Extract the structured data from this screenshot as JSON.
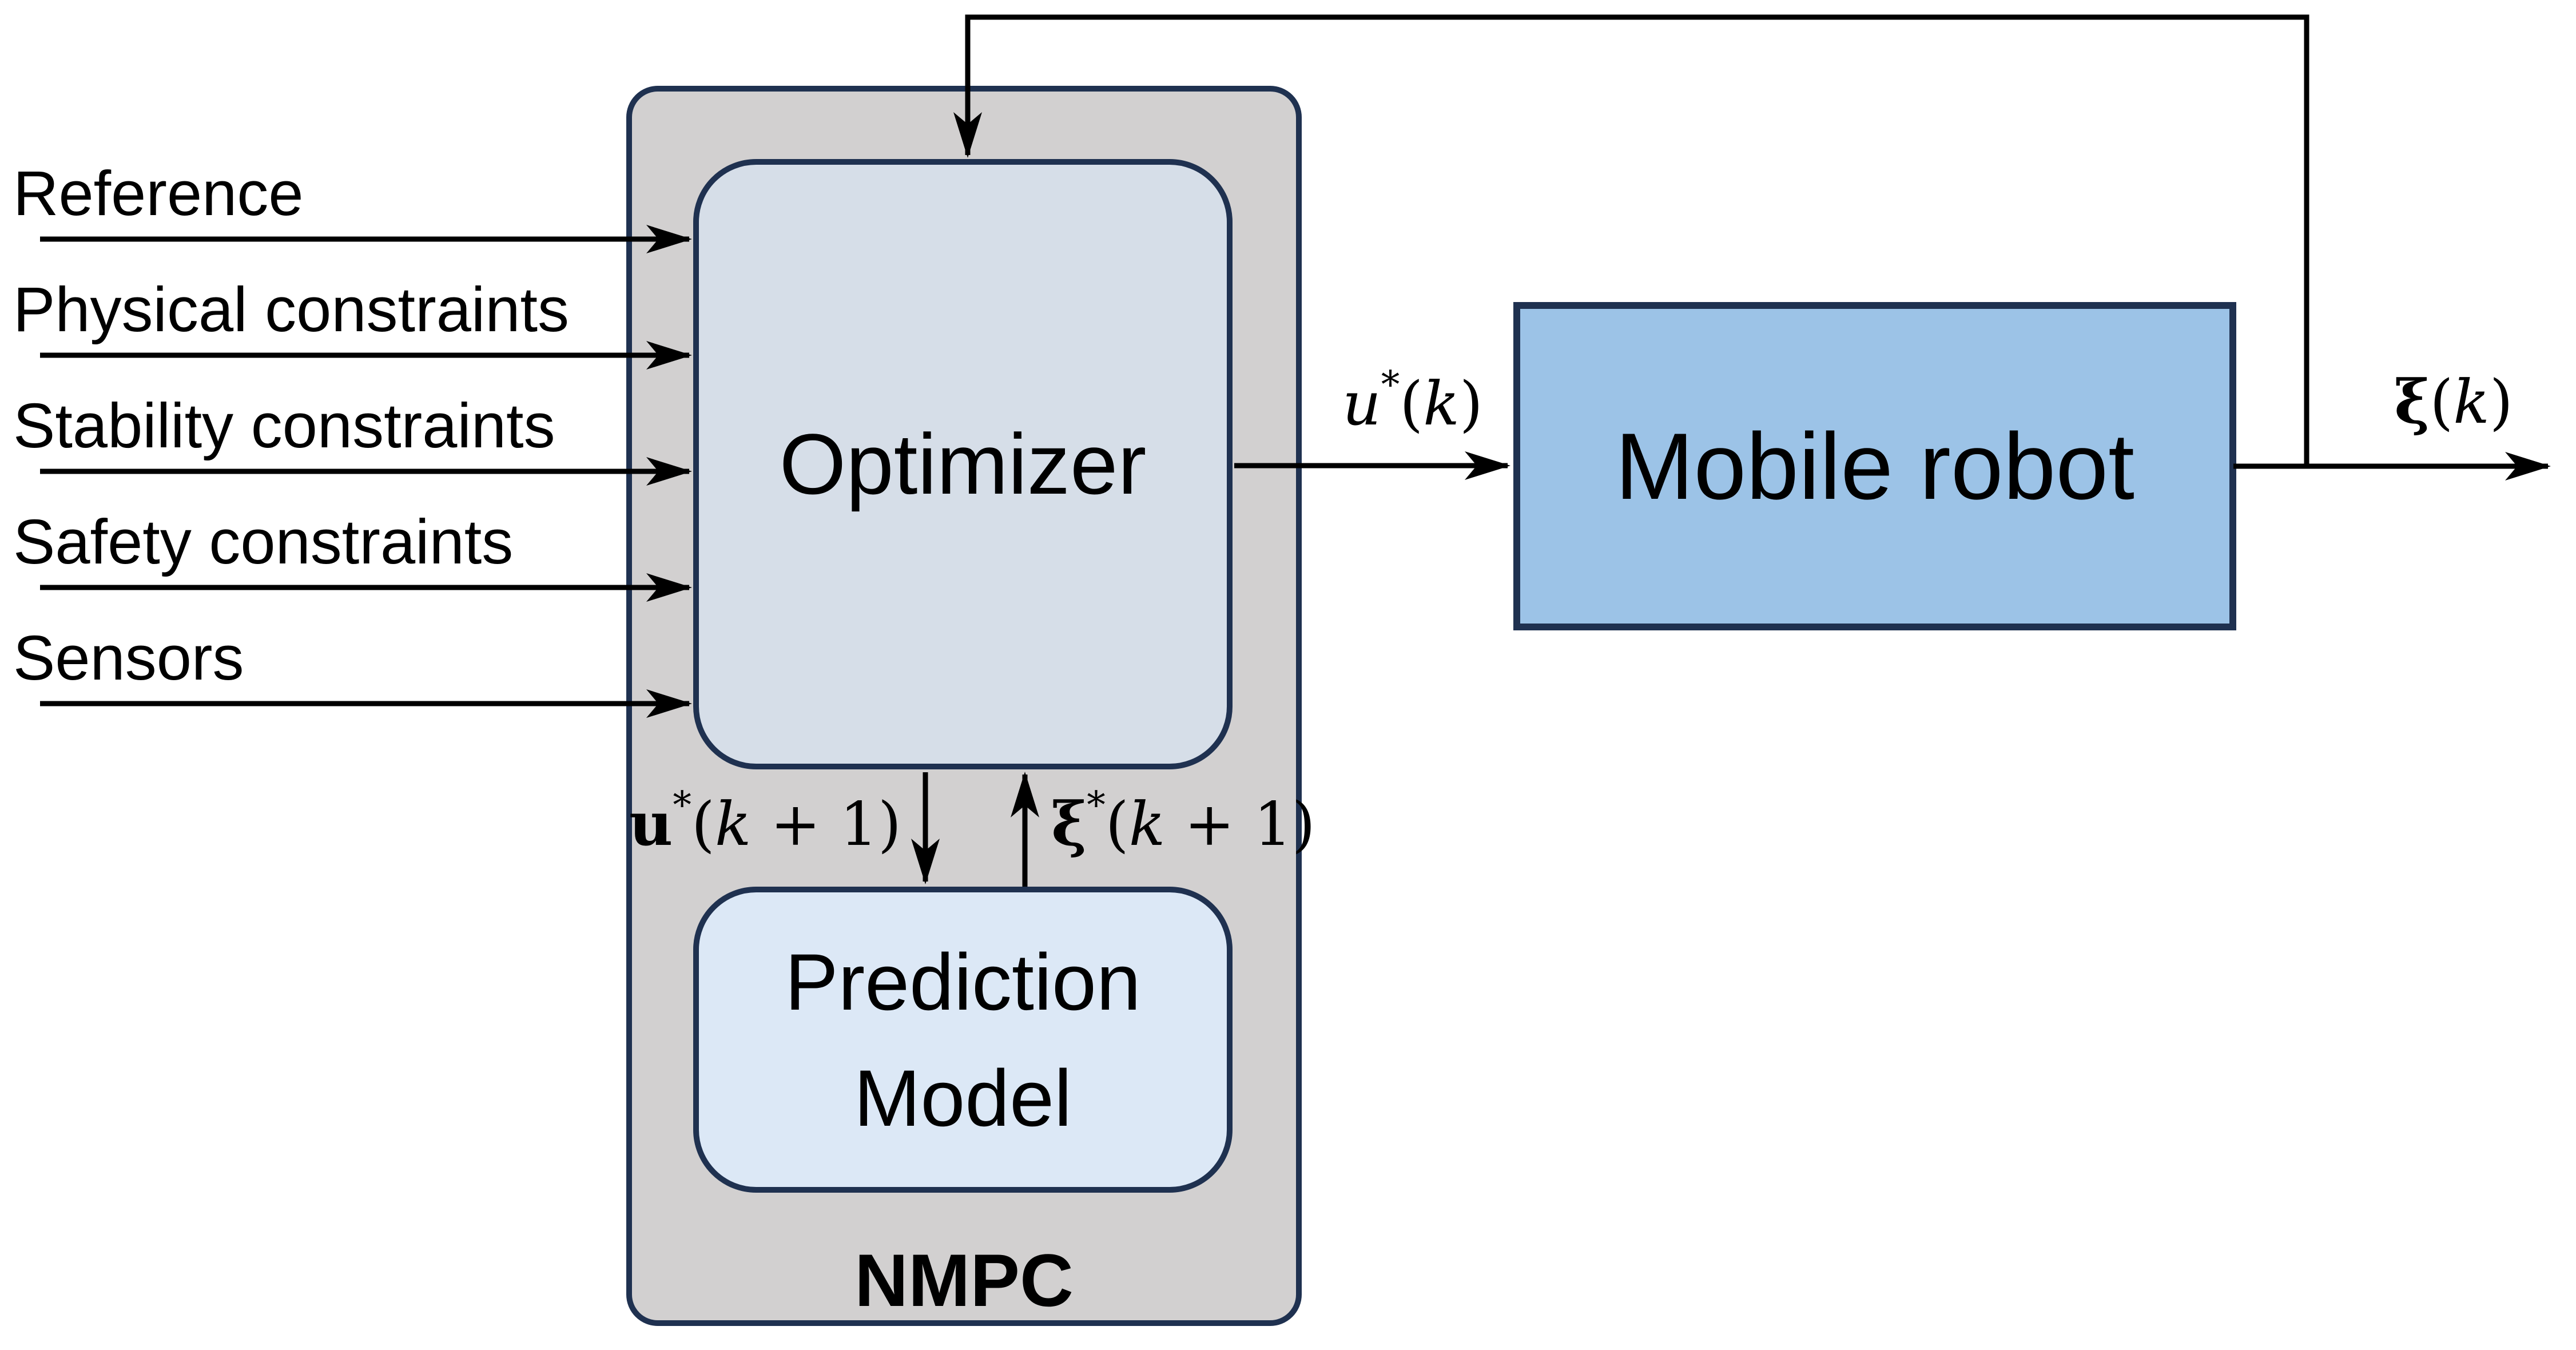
{
  "inputs": [
    "Reference",
    "Physical constraints",
    "Stability constraints",
    "Safety constraints",
    "Sensors"
  ],
  "blocks": {
    "optimizer": "Optimizer",
    "prediction_line1": "Prediction",
    "prediction_line2": "Model",
    "mobile_robot": "Mobile robot",
    "container_label": "NMPC"
  },
  "signals": {
    "u_star_k": {
      "base": "u",
      "sup": "*",
      "open": "(",
      "var": "k",
      "close": ")"
    },
    "u_star_k1": {
      "base": "u",
      "sup": "*",
      "open": "(",
      "var": "k",
      "close": " + 1)"
    },
    "xi_star_k1": {
      "base": "ξ",
      "sup": "*",
      "open": "(",
      "var": "k",
      "close": " + 1)"
    },
    "xi_k": {
      "base": "ξ",
      "open": "(",
      "var": "k",
      "close": ")"
    }
  },
  "colors": {
    "navy": "#1f3150",
    "container_fill": "#d2d0d0",
    "optimizer_fill": "#d6dee8",
    "prediction_fill": "#dce8f6",
    "robot_fill": "#9cc3e7",
    "line": "#000000"
  }
}
